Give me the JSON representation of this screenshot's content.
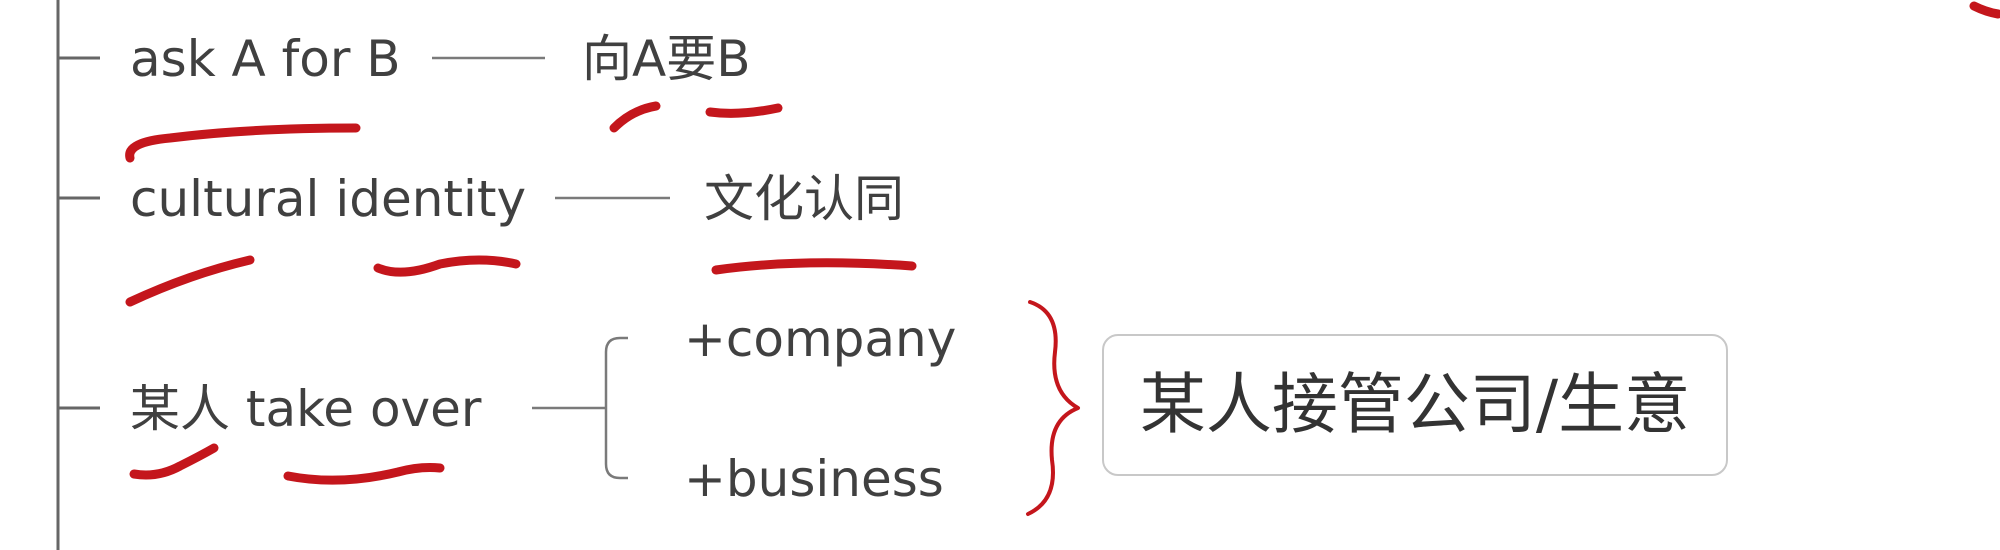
{
  "mindmap": {
    "items": [
      {
        "term": "ask A for B",
        "meaning": "向A要B"
      },
      {
        "term": "cultural identity",
        "meaning": "文化认同"
      },
      {
        "term": "某人 take over",
        "meaning": ""
      }
    ],
    "take_over": {
      "branches": [
        "+company",
        "+business"
      ],
      "summary": "某人接管公司/生意"
    }
  },
  "annotation": {
    "ink_color": "#c4161c"
  }
}
